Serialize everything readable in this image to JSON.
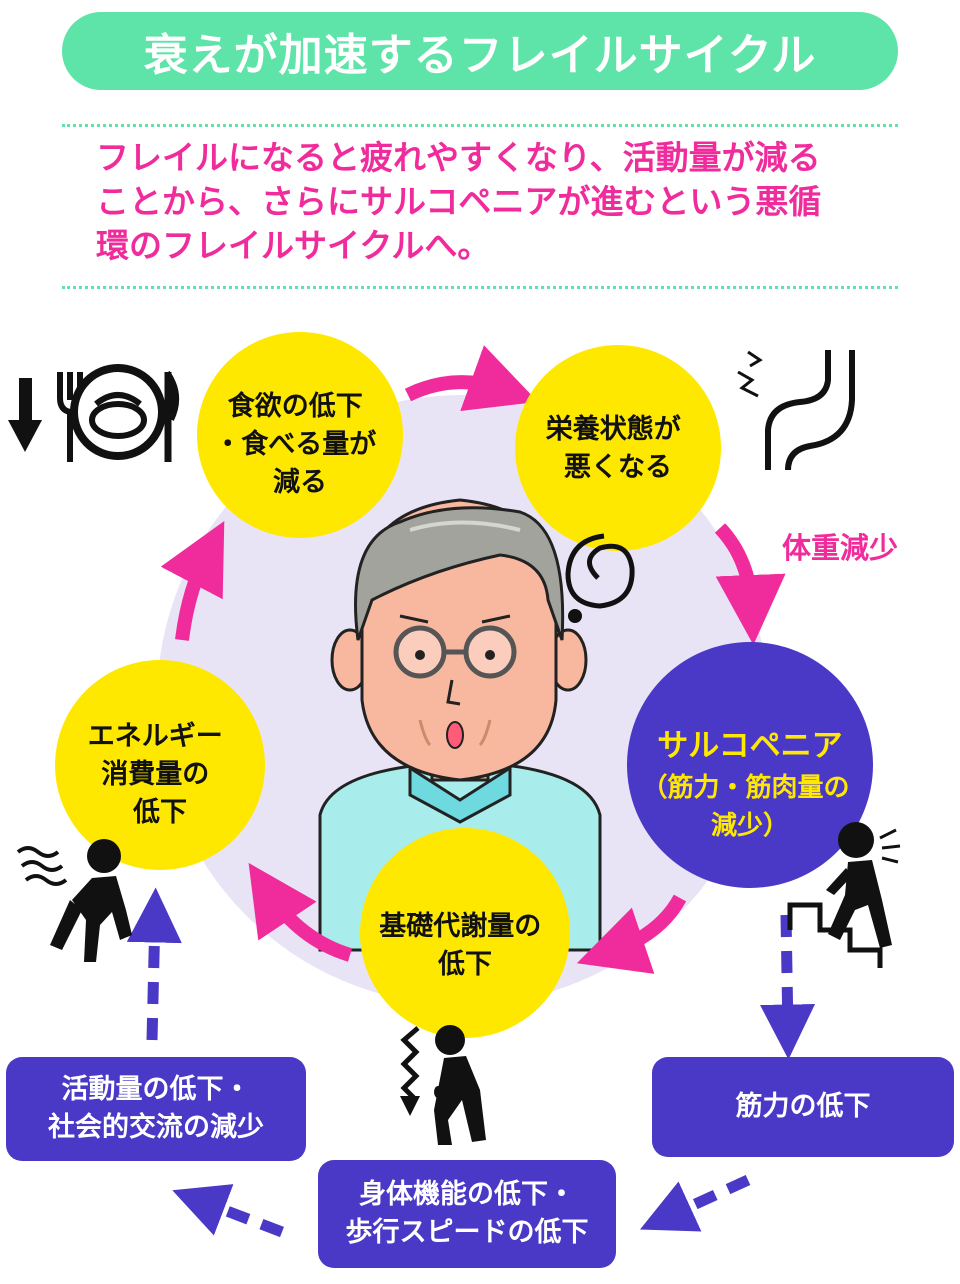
{
  "title": "衰えが加速するフレイルサイクル",
  "intro_lines": [
    "フレイルになると疲れやすくなり、活動量が減る",
    "ことから、さらにサルコペニアが進むという悪循",
    "環のフレイルサイクルへ。"
  ],
  "nodes": {
    "appetite": [
      "食欲の低下",
      "・食べる量が",
      "減る"
    ],
    "nutrition": [
      "栄養状態が",
      "悪くなる"
    ],
    "sarcopenia_title": "サルコペニア",
    "sarcopenia_sub": [
      "（筋力・筋肉量の",
      "減少）"
    ],
    "basal": [
      "基礎代謝量の",
      "低下"
    ],
    "energy": [
      "エネルギー",
      "消費量の",
      "低下"
    ]
  },
  "weight_label": "体重減少",
  "boxes": {
    "muscle": [
      "筋力の低下"
    ],
    "physical": [
      "身体機能の低下・",
      "歩行スピードの低下"
    ],
    "activity": [
      "活動量の低下・",
      "社会的交流の減少"
    ]
  },
  "colors": {
    "mint": "#5ee3a8",
    "pink": "#f02c9c",
    "yellow": "#ffe800",
    "purple": "#4a38c6",
    "lavender": "#e8e4f6"
  },
  "icons": [
    "down-arrow-icon",
    "plate-fork-knife-icon",
    "stomach-icon",
    "dizzy-swirl-icon",
    "stairs-climber-icon",
    "collapsing-person-icon",
    "tired-walker-icon"
  ]
}
